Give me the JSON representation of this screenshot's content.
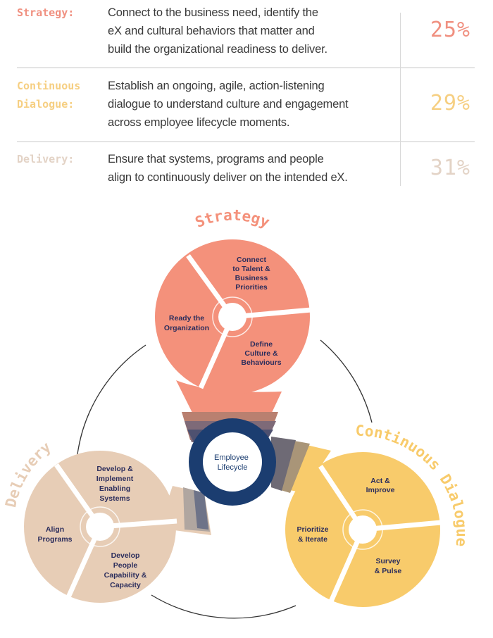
{
  "rows": [
    {
      "category": [
        "Strategy:"
      ],
      "description": [
        "Connect to the business need, identify the",
        "eX and cultural behaviors that matter and",
        "build the organizational readiness to deliver."
      ],
      "percent": "25%",
      "color": "#F09080"
    },
    {
      "category": [
        "Continuous",
        "Dialogue:"
      ],
      "description": [
        "Establish an ongoing, agile, action-listening",
        "dialogue to understand culture and engagement",
        "across employee lifecycle moments."
      ],
      "percent": "29%",
      "color": "#F6CF82"
    },
    {
      "category": [
        "Delivery:"
      ],
      "description": [
        "Ensure that systems, programs and people",
        "align to continuously deliver on the intended eX."
      ],
      "percent": "31%",
      "color": "#E3D3C6"
    }
  ],
  "diagram": {
    "center_label": [
      "Employee",
      "Lifecycle"
    ],
    "strategy": {
      "title": "Strategy",
      "color": "#F4917B",
      "segments": [
        [
          "Connect",
          "to Talent &",
          "Business",
          "Priorities"
        ],
        [
          "Ready the",
          "Organization"
        ],
        [
          "Define",
          "Culture &",
          "Behaviours"
        ]
      ]
    },
    "dialogue": {
      "title": "Continuous Dialogue",
      "color": "#F8CB6B",
      "segments": [
        [
          "Act &",
          "Improve"
        ],
        [
          "Prioritize",
          "& Iterate"
        ],
        [
          "Survey",
          "& Pulse"
        ]
      ]
    },
    "delivery": {
      "title": "Delivery",
      "color": "#E7CDB6",
      "segments": [
        [
          "Develop &",
          "Implement",
          "Enabling",
          "Systems"
        ],
        [
          "Align",
          "Programs"
        ],
        [
          "Develop",
          "People",
          "Capability &",
          "Capacity"
        ]
      ]
    },
    "navy": "#1B3D70"
  }
}
